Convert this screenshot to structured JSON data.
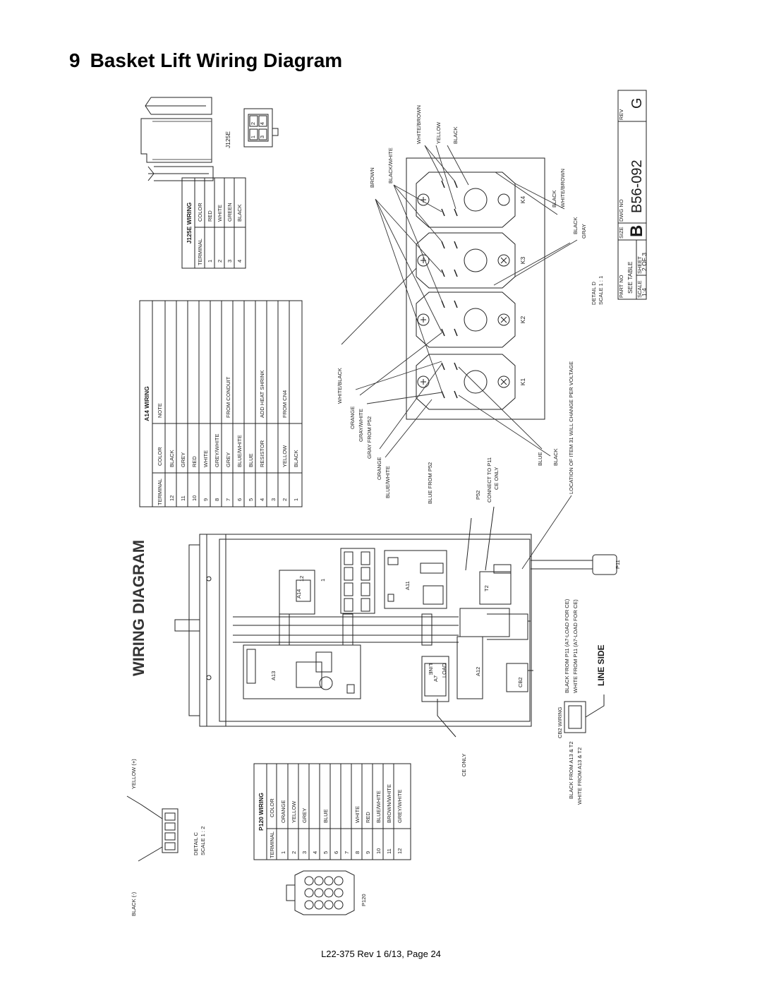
{
  "page": {
    "section_number": "9",
    "title": "Basket Lift Wiring Diagram",
    "footer": "L22-375 Rev 1 6/13, Page 24"
  },
  "diagram": {
    "heading": "WIRING DIAGRAM",
    "connector_j125e": "J125E",
    "connector_j125e_pins": [
      "2",
      "1",
      "4",
      "3"
    ],
    "connector_p120": "P120",
    "connector_p11": "P11",
    "detail_c": {
      "label": "DETAIL C",
      "scale": "SCALE 1 : 2"
    },
    "detail_d": {
      "label": "DETAIL D",
      "scale": "SCALE 1 : 1"
    },
    "p120_polarity": {
      "black": "BLACK (-)",
      "yellow": "YELLOW (+)"
    },
    "components": {
      "a14": "A14",
      "a14_pins": [
        "12",
        "1"
      ],
      "a11": "A11",
      "a13": "A13",
      "a12": "A12",
      "a7": "A7",
      "t2": "T2",
      "cb2": "CB2",
      "a7_line": "LINE",
      "a7_load": "LOAD"
    },
    "relays": [
      "K1",
      "K2",
      "K3",
      "K4"
    ],
    "wire_labels": {
      "white_brown_top": "WHITE/BROWN",
      "yellow_top": "YELLOW",
      "black_top": "BLACK",
      "black_white": "BLACK/WHITE",
      "brown": "BROWN",
      "white_black": "WHITE/BLACK",
      "orange_1": "ORANGE",
      "gray_white": "GRAY/WHITE",
      "gray_from_p52": "GRAY FROM P52",
      "orange_2": "ORANGE",
      "blue_white": "BLUE/WHITE",
      "blue_from_p52": "BLUE FROM P52",
      "p52": "P52",
      "connect_p11": "CONNECT TO P11",
      "ce_only_1": "CE ONLY",
      "blue": "BLUE",
      "black_low": "BLACK",
      "location_note": "LOCATION OF ITEM 31 WILL CHANGE PER VOLTAGE",
      "black_r": "BLACK",
      "gray_r": "GRAY",
      "black_r2": "BLACK",
      "white_brown_r": "WHITE/BROWN",
      "ce_only_2": "CE ONLY",
      "cb2_wiring": "CB2 WIRING",
      "black_from_a13": "BLACK FROM A13 & T2",
      "white_from_a13": "WHITE FROM A13 & T2",
      "black_from_p11": "BLACK FROM P11 (A7-LOAD FOR CE)",
      "white_from_p11": "WHITE FROM P11 (A7-LOAD FOR CE)",
      "line_side": "LINE SIDE"
    },
    "j125e_wiring": {
      "title": "J125E WIRING",
      "headers": [
        "TERMINAL",
        "COLOR"
      ],
      "rows": [
        [
          "1",
          "RED"
        ],
        [
          "2",
          "WHITE"
        ],
        [
          "3",
          "GREEN"
        ],
        [
          "4",
          "BLACK"
        ]
      ]
    },
    "a14_wiring": {
      "title": "A14 WIRING",
      "headers": [
        "TERMINAL",
        "COLOR",
        "NOTE"
      ],
      "rows": [
        [
          "12",
          "BLACK",
          ""
        ],
        [
          "11",
          "GREY",
          ""
        ],
        [
          "10",
          "RED",
          ""
        ],
        [
          "9",
          "WHITE",
          ""
        ],
        [
          "8",
          "GREY/WHITE",
          ""
        ],
        [
          "7",
          "GREY",
          "FROM CONDUIT"
        ],
        [
          "6",
          "BLUE/WHITE",
          ""
        ],
        [
          "5",
          "BLUE",
          ""
        ],
        [
          "4",
          "RESISTOR",
          "ADD HEAT SHRINK"
        ],
        [
          "3",
          "",
          ""
        ],
        [
          "2",
          "YELLOW",
          "FROM CN4"
        ],
        [
          "1",
          "BLACK",
          ""
        ]
      ]
    },
    "p120_wiring": {
      "title": "P120 WIRING",
      "headers": [
        "TERMINAL",
        "COLOR"
      ],
      "rows": [
        [
          "1",
          "ORANGE"
        ],
        [
          "2",
          "YELLOW"
        ],
        [
          "3",
          "GREY"
        ],
        [
          "4",
          ""
        ],
        [
          "5",
          "BLUE"
        ],
        [
          "6",
          ""
        ],
        [
          "7",
          ""
        ],
        [
          "8",
          "WHITE"
        ],
        [
          "9",
          "RED"
        ],
        [
          "10",
          "BLUE/WHITE"
        ],
        [
          "11",
          "BROWN/WHITE"
        ],
        [
          "12",
          "GREY/WHITE"
        ]
      ]
    },
    "title_block": {
      "size_label": "SIZE",
      "size": "B",
      "dwg_no_label": "DWG NO",
      "dwg_no": "B56-092",
      "rev_label": "REV",
      "rev": "G",
      "part_no_label": "PART NO",
      "part_no": "SEE TABLE",
      "scale_label": "SCALE",
      "scale": "1:4",
      "sheet_label": "SHEET",
      "sheet": "2 OF 3"
    }
  }
}
